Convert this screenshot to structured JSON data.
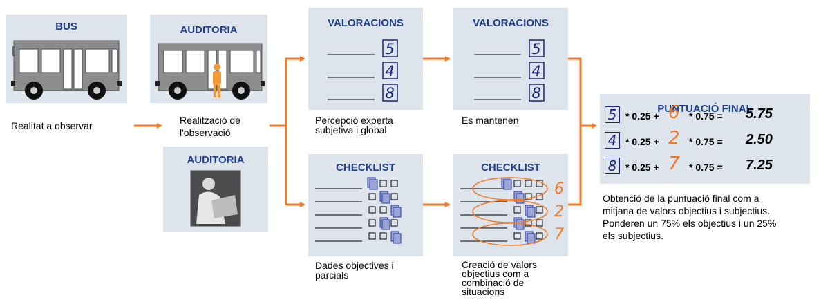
{
  "bus": {
    "title": "BUS",
    "caption": "Realitat a observar"
  },
  "audit": {
    "title": "AUDITORIA",
    "caption_line1": "Realització de",
    "caption_line2": "l'observació"
  },
  "audit2": {
    "title": "AUDITORIA"
  },
  "val1": {
    "title": "VALORACIONS",
    "scores": [
      "5",
      "4",
      "8"
    ],
    "caption_line1": "Percepció experta",
    "caption_line2": "subjetiva i global"
  },
  "val2": {
    "title": "VALORACIONS",
    "scores": [
      "5",
      "4",
      "8"
    ],
    "caption": "Es mantenen"
  },
  "check1": {
    "title": "CHECKLIST",
    "caption_line1": "Dades objectives i",
    "caption_line2": "parcials"
  },
  "check2": {
    "title": "CHECKLIST",
    "circled": [
      "6",
      "2",
      "7"
    ],
    "caption_line1": "Creació de valors",
    "caption_line2": "objectius com a",
    "caption_line3": "combinació de",
    "caption_line4": "situacions"
  },
  "final": {
    "title": "PUNTUACIÓ FINAL",
    "rows": [
      {
        "subj": "5",
        "w_subj": "* 0.25 +",
        "obj": "6",
        "w_obj": "* 0.75 =",
        "result": "5.75"
      },
      {
        "subj": "4",
        "w_subj": "* 0.25 +",
        "obj": "2",
        "w_obj": "* 0.75 =",
        "result": "2.50"
      },
      {
        "subj": "8",
        "w_subj": "* 0.25 +",
        "obj": "7",
        "w_obj": "* 0.75 =",
        "result": "7.25"
      }
    ],
    "desc_line1": "Obtenció de la puntuació final com a",
    "desc_line2": "mitjana de valors objectius i subjectius.",
    "desc_line3": "Ponderen un 75% els objectius i un 25%",
    "desc_line4": "els subjectius."
  },
  "colors": {
    "panel": "#dde4ec",
    "title": "#1f3f8f",
    "arrow": "#f07a2a",
    "ink": "#1a237e"
  }
}
